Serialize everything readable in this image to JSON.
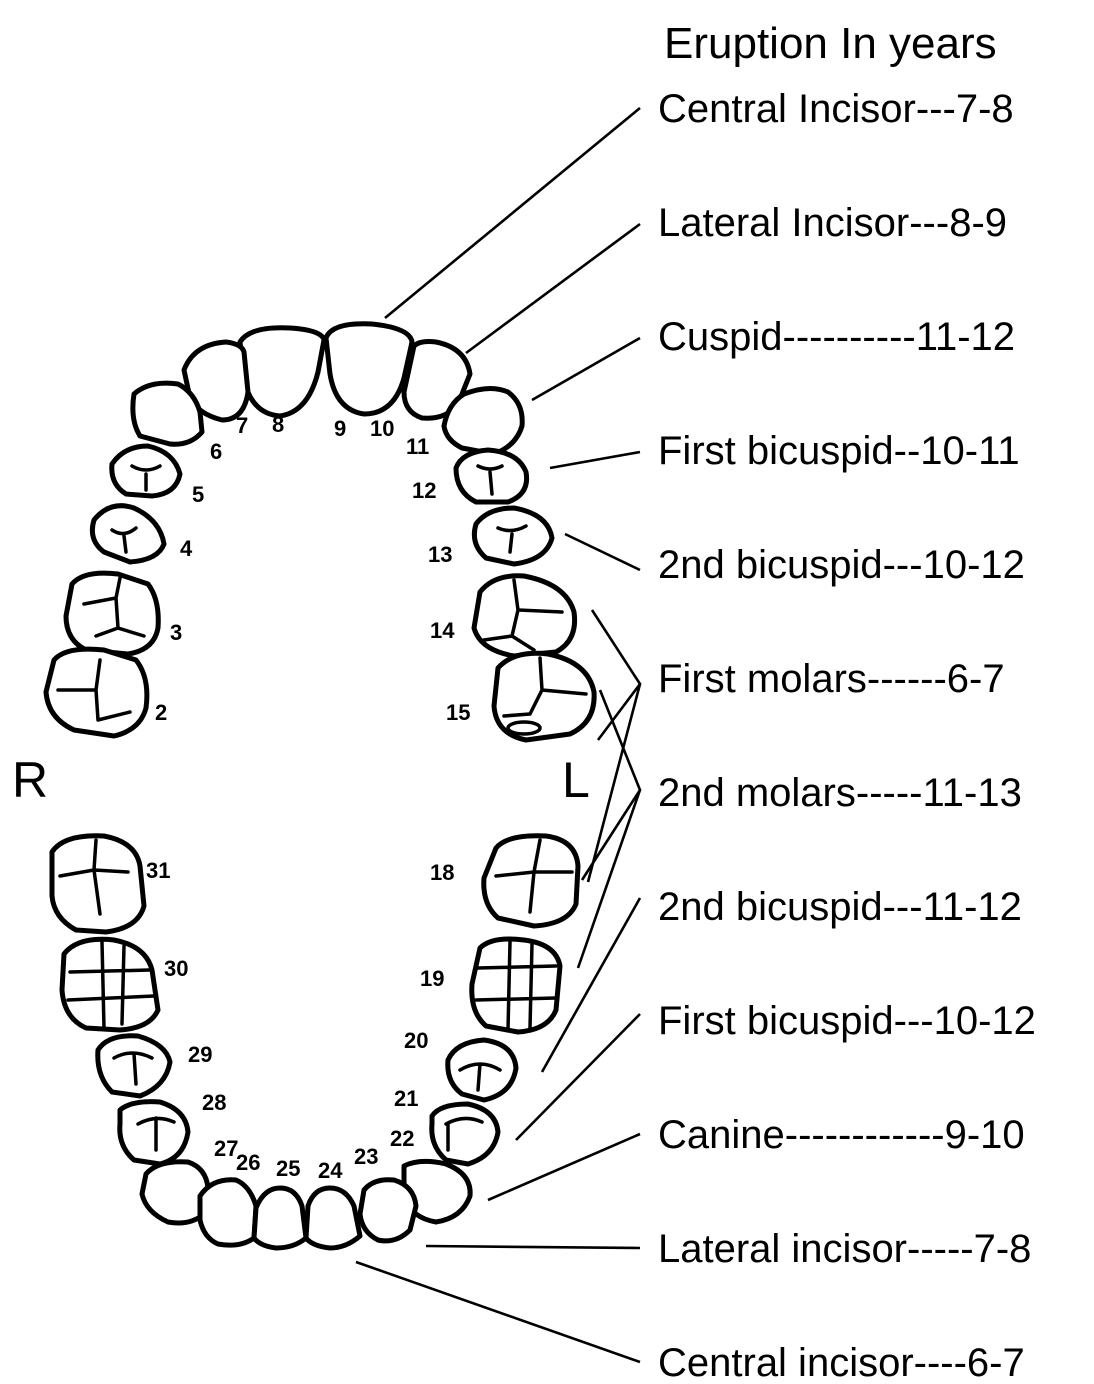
{
  "heading": "Eruption In years",
  "side_right": "R",
  "side_left": "L",
  "labels": [
    "Central Incisor---7-8",
    "Lateral Incisor---8-9",
    "Cuspid----------11-12",
    "First bicuspid--10-11",
    "2nd bicuspid---10-12",
    "First molars------6-7",
    "2nd molars-----11-13",
    "2nd bicuspid---11-12",
    "First bicuspid---10-12",
    "Canine------------9-10",
    "Lateral incisor-----7-8",
    "Central incisor----6-7"
  ],
  "tooth_numbers": {
    "t2": "2",
    "t3": "3",
    "t4": "4",
    "t5": "5",
    "t6": "6",
    "t7": "7",
    "t8": "8",
    "t9": "9",
    "t10": "10",
    "t11": "11",
    "t12": "12",
    "t13": "13",
    "t14": "14",
    "t15": "15",
    "t18": "18",
    "t19": "19",
    "t20": "20",
    "t21": "21",
    "t22": "22",
    "t23": "23",
    "t24": "24",
    "t25": "25",
    "t26": "26",
    "t27": "27",
    "t28": "28",
    "t29": "29",
    "t30": "30",
    "t31": "31"
  }
}
